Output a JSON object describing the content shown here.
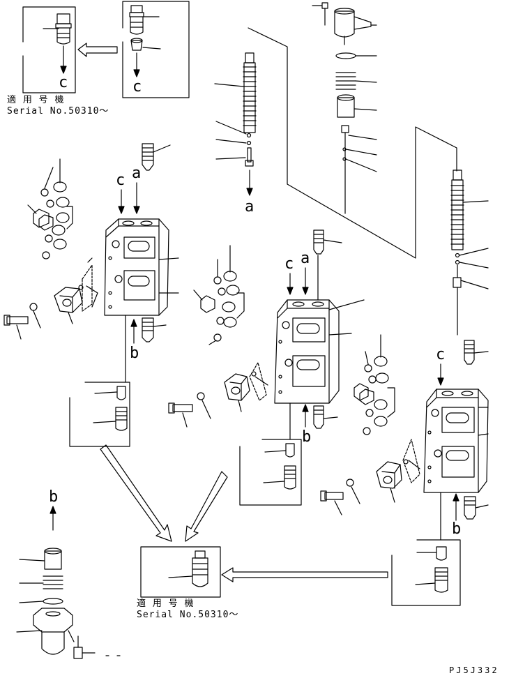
{
  "diagram": {
    "ref_letters": {
      "a": "a",
      "b": "b",
      "c": "c"
    },
    "serial_notes": [
      {
        "line1": "適 用 号 機",
        "line2": "Serial No.50310～"
      },
      {
        "line1": "適 用 号 機",
        "line2": "Serial No.50310～"
      }
    ],
    "drawing_code": "PJ5J332"
  }
}
